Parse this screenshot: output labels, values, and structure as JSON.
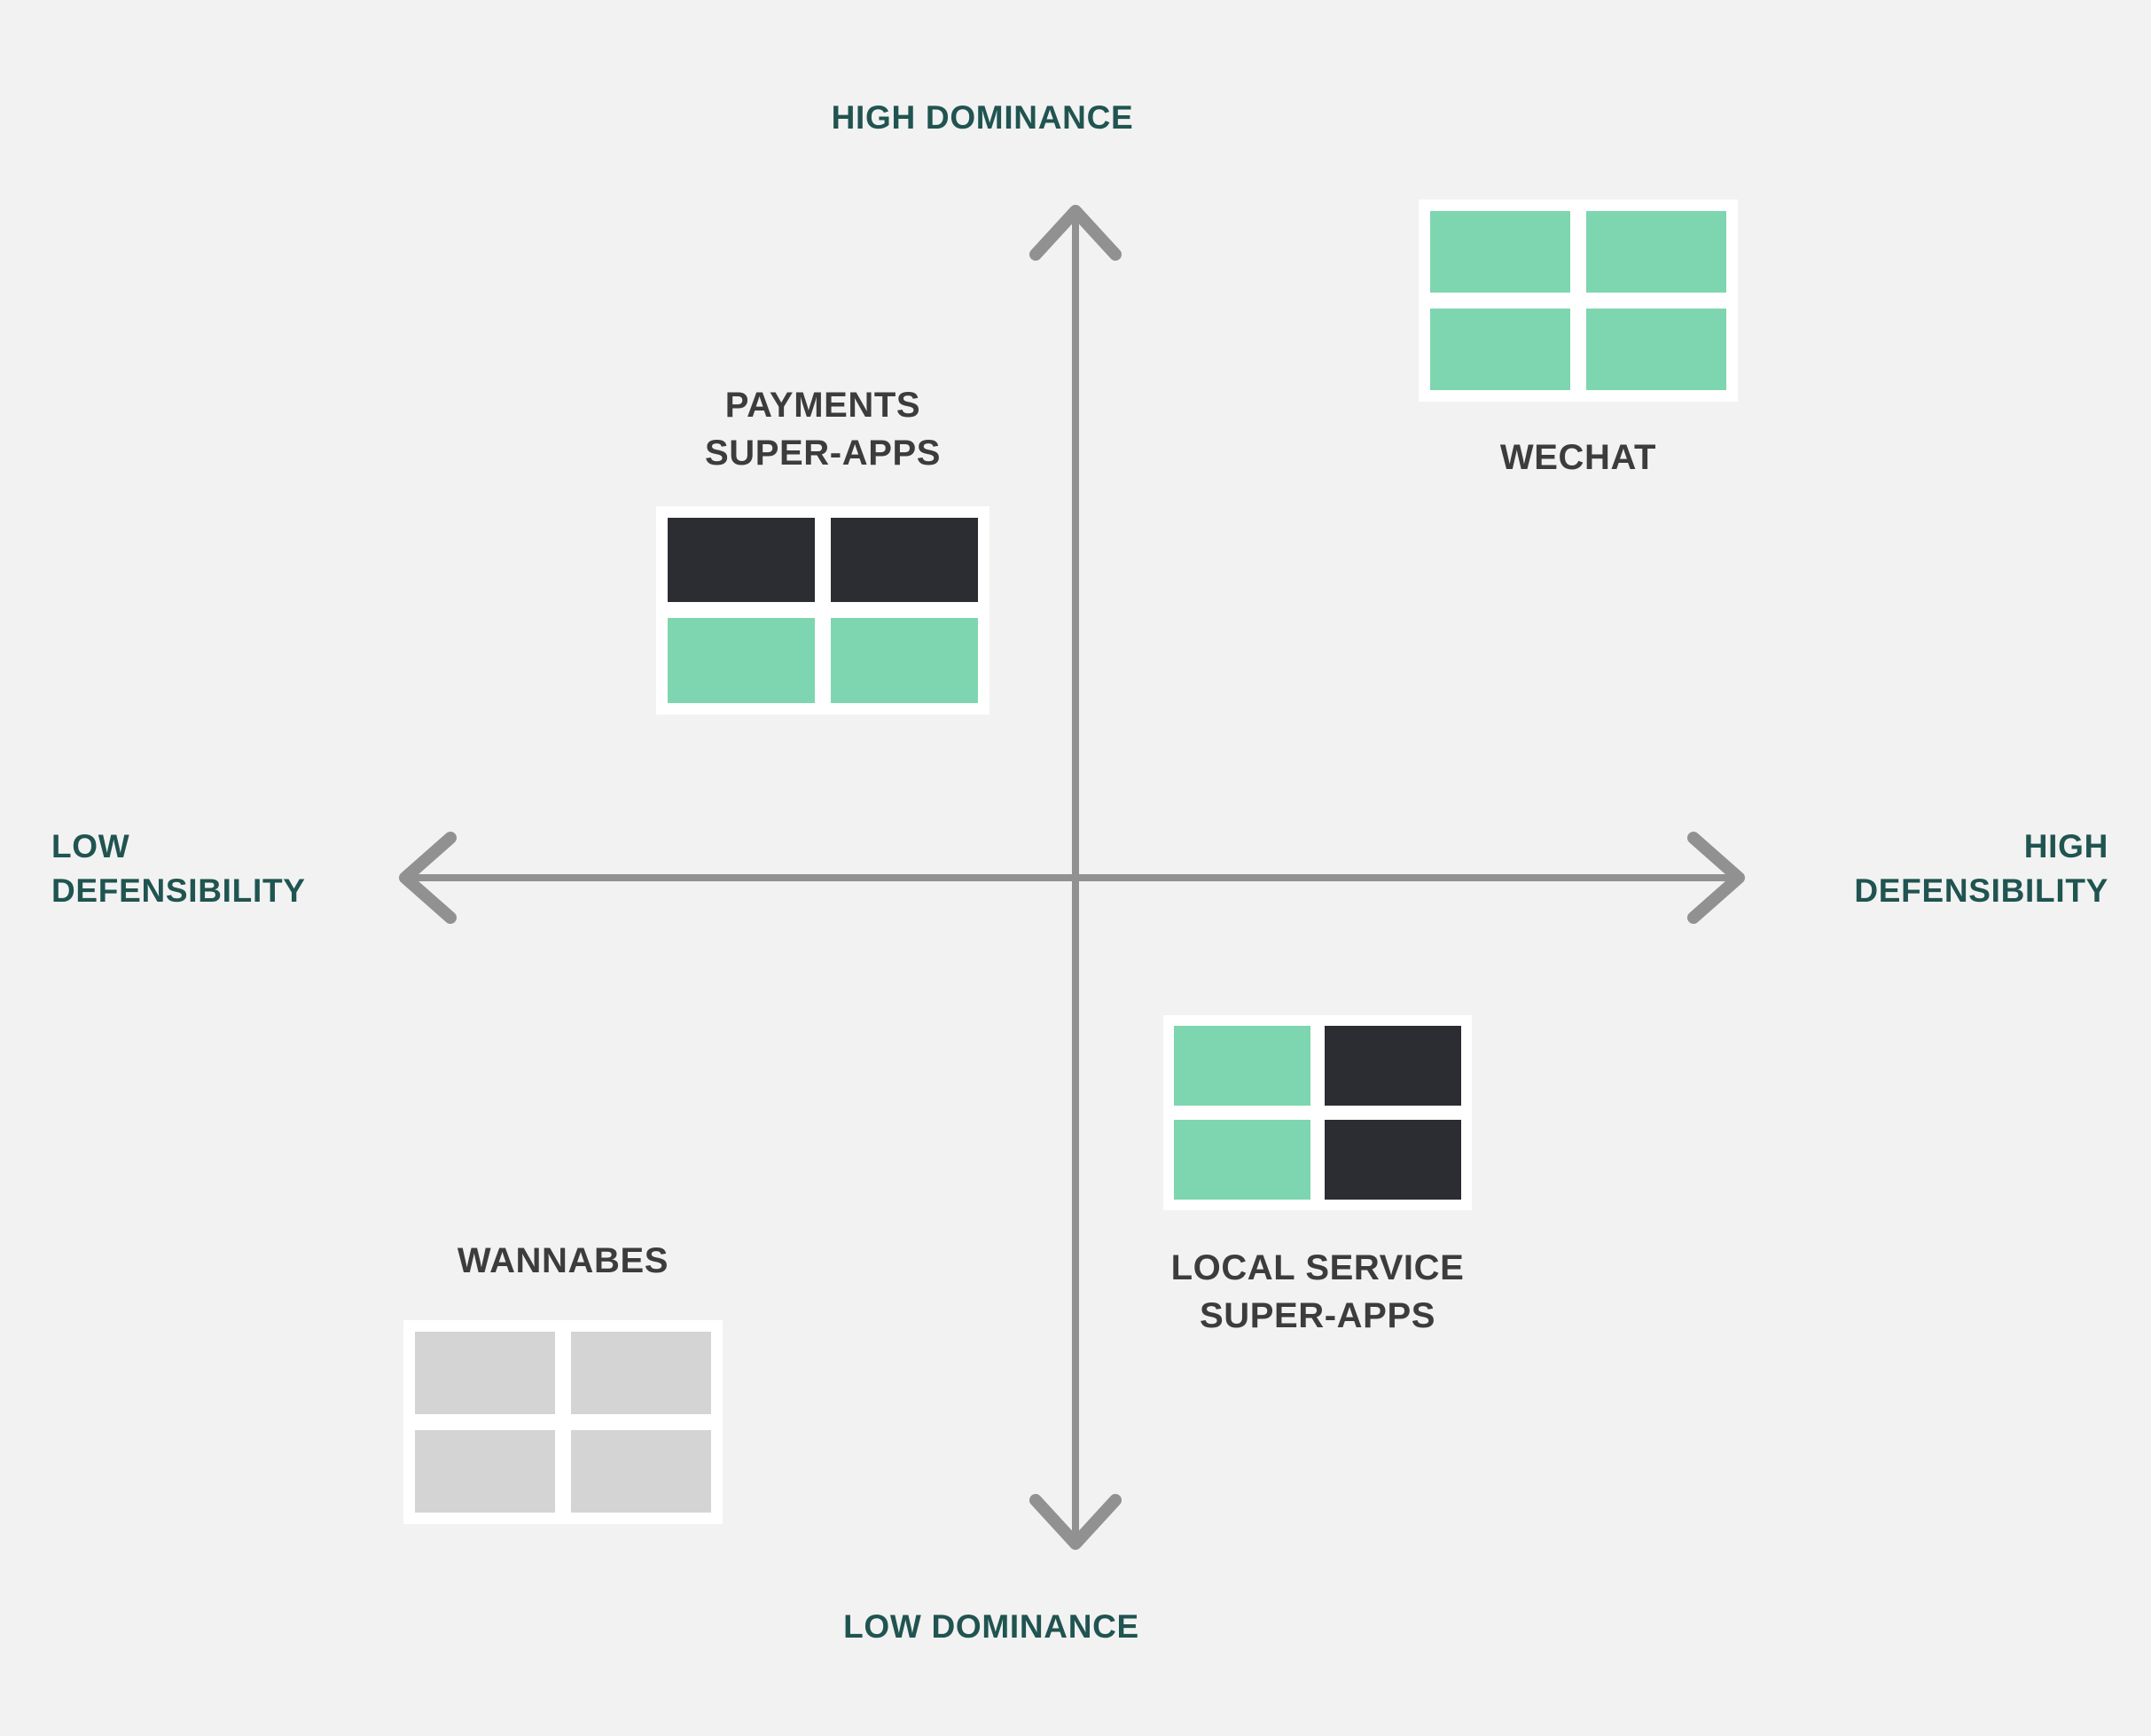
{
  "chart_data": {
    "type": "scatter",
    "title": "",
    "xlabel": "Defensibility",
    "ylabel": "Dominance",
    "axes": {
      "x": {
        "low_label": "LOW\nDEFENSIBILITY",
        "high_label": "HIGH\nDEFENSIBILITY"
      },
      "y": {
        "low_label": "LOW DOMINANCE",
        "high_label": "HIGH DOMINANCE"
      }
    },
    "quadrants": [
      {
        "id": "payments-super-apps",
        "label": "PAYMENTS\nSUPER-APPS",
        "quadrant": "upper-left",
        "dominance": "high",
        "defensibility": "low",
        "label_position": "above",
        "icon": {
          "name": "app-grid-icon",
          "rows": 2,
          "cols": 2,
          "tiles": [
            "dark",
            "dark",
            "green",
            "green"
          ]
        }
      },
      {
        "id": "wechat",
        "label": "WECHAT",
        "quadrant": "upper-right",
        "dominance": "high",
        "defensibility": "high",
        "label_position": "below",
        "icon": {
          "name": "app-grid-icon",
          "rows": 2,
          "cols": 2,
          "tiles": [
            "green",
            "green",
            "green",
            "green"
          ]
        }
      },
      {
        "id": "local-service-super-apps",
        "label": "LOCAL SERVICE\nSUPER-APPS",
        "quadrant": "lower-right",
        "dominance": "low",
        "defensibility": "high",
        "label_position": "below",
        "icon": {
          "name": "app-grid-icon",
          "rows": 2,
          "cols": 2,
          "tiles": [
            "green",
            "dark",
            "green",
            "dark"
          ]
        }
      },
      {
        "id": "wannabes",
        "label": "WANNABES",
        "quadrant": "lower-left",
        "dominance": "low",
        "defensibility": "low",
        "label_position": "above",
        "icon": {
          "name": "app-grid-icon",
          "rows": 2,
          "cols": 2,
          "tiles": [
            "gray",
            "gray",
            "gray",
            "gray"
          ]
        }
      }
    ],
    "legend": [],
    "grid": false
  },
  "colors": {
    "background": "#f2f2f2",
    "axis_line": "#919191",
    "axis_label_text": "#205450",
    "quadrant_label_text": "#3c3c3c",
    "tile_green": "#7dd6af",
    "tile_dark": "#2b2d33",
    "tile_gray": "#d4d4d4",
    "icon_frame": "#ffffff"
  },
  "axis_labels": {
    "high_dominance": "HIGH DOMINANCE",
    "low_dominance": "LOW DOMINANCE",
    "low_defensibility": "LOW\nDEFENSIBILITY",
    "high_defensibility": "HIGH\nDEFENSIBILITY"
  },
  "quadrant_labels": {
    "payments": "PAYMENTS\nSUPER-APPS",
    "wechat": "WECHAT",
    "local_service": "LOCAL SERVICE\nSUPER-APPS",
    "wannabes": "WANNABES"
  }
}
